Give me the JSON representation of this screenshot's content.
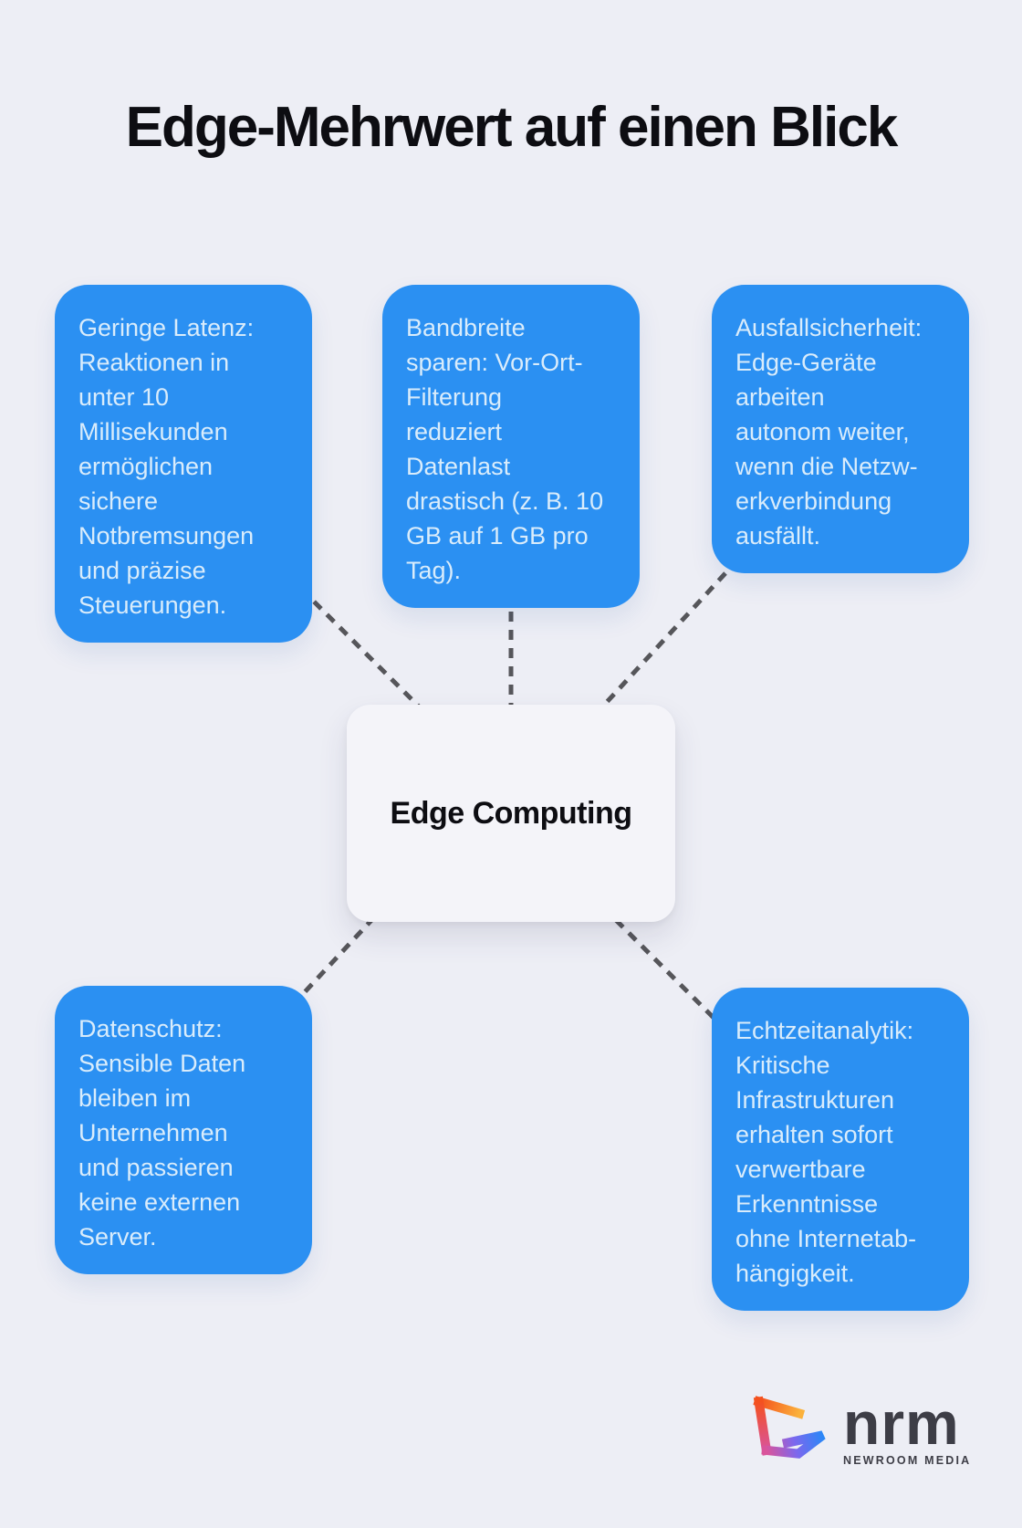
{
  "title": "Edge-Mehrwert auf einen Blick",
  "center": {
    "label": "Edge Computing"
  },
  "benefits": [
    {
      "id": "low-latency",
      "position": "top-left",
      "text": "Geringe Latenz: Reaktionen in unter 10 Millisekunden ermöglichen sichere Notbremsungen und präzise Steuerungen.",
      "lines": [
        "Geringe Latenz:",
        "Reaktionen in",
        "unter 10",
        "Millisekunden",
        "ermöglichen",
        "sichere",
        "Notbremsungen",
        "und präzise",
        "Steuerungen."
      ]
    },
    {
      "id": "bandwidth-saving",
      "position": "top-center",
      "text": "Bandbreite sparen: Vor-Ort-Filterung reduziert Datenlast drastisch (z. B. 10 GB auf 1 GB pro Tag).",
      "lines": [
        "Bandbreite",
        "sparen: Vor-Ort-",
        "Filterung",
        "reduziert",
        "Datenlast",
        "drastisch (z. B. 10",
        "GB auf 1 GB pro",
        "Tag)."
      ]
    },
    {
      "id": "failover-resilience",
      "position": "top-right",
      "text": "Ausfallsicherheit: Edge-Geräte arbeiten autonom weiter, wenn die Netzwerkverbindung ausfällt.",
      "lines": [
        "Ausfallsicherheit:",
        "Edge-Geräte",
        "arbeiten",
        "autonom weiter,",
        "wenn die Netzw-",
        "erkverbindung",
        "ausfällt."
      ]
    },
    {
      "id": "data-privacy",
      "position": "bottom-left",
      "text": "Datenschutz: Sensible Daten bleiben im Unternehmen und passieren keine externen Server.",
      "lines": [
        "Datenschutz:",
        "Sensible Daten",
        "bleiben im",
        "Unternehmen",
        "und passieren",
        "keine externen",
        "Server."
      ]
    },
    {
      "id": "realtime-analytics",
      "position": "bottom-right",
      "text": "Echtzeitanalytik: Kritische Infrastrukturen erhalten sofort verwertbare Erkenntnisse ohne Internetabhängigkeit.",
      "lines": [
        "Echtzeitanalytik:",
        "Kritische",
        "Infrastrukturen",
        "erhalten sofort",
        "verwertbare",
        "Erkenntnisse",
        "ohne Internetab-",
        "hängigkeit."
      ]
    }
  ],
  "logo": {
    "wordmark": "nrm",
    "subtitle": "NEWROOM MEDIA"
  },
  "colors": {
    "background": "#edeef5",
    "card": "#2b90f2",
    "card_text": "#d9ecfb",
    "center_bg": "#f4f4f9",
    "title_text": "#0d0d12",
    "connector": "#56565a",
    "logo_text": "#3d3d46",
    "logo_gradient": [
      "#f4511e",
      "#fbb13b",
      "#d9549b",
      "#7b68ee",
      "#2b87f7"
    ]
  }
}
